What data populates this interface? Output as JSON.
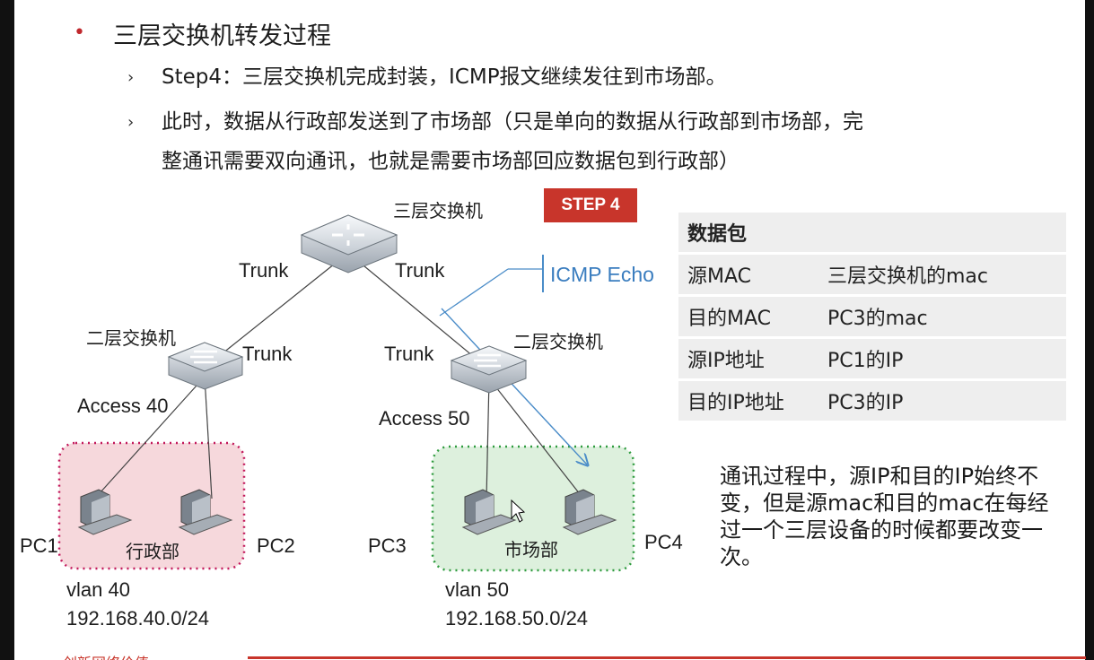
{
  "slide": {
    "title": "三层交换机转发过程",
    "bullets": [
      "Step4：三层交换机完成封装，ICMP报文继续发往到市场部。",
      "此时，数据从行政部发送到了市场部（只是单向的数据从行政部到市场部，完",
      "整通讯需要双向通讯，也就是需要市场部回应数据包到行政部）"
    ],
    "step_badge": "STEP 4",
    "footer": "创新网络价值"
  },
  "diagram": {
    "l3_switch_label": "三层交换机",
    "l2_switch_left_label": "二层交换机",
    "l2_switch_right_label": "二层交换机",
    "trunk_labels": [
      "Trunk",
      "Trunk",
      "Trunk",
      "Trunk"
    ],
    "access_left": "Access 40",
    "access_right": "Access 50",
    "icmp_label": "ICMP Echo",
    "pcs": [
      "PC1",
      "PC2",
      "PC3",
      "PC4"
    ],
    "dept_left": "行政部",
    "dept_right": "市场部",
    "vlan_left": "vlan 40",
    "subnet_left": "192.168.40.0/24",
    "vlan_right": "vlan 50",
    "subnet_right": "192.168.50.0/24",
    "colors": {
      "accent_red": "#c8352b",
      "arrow_blue": "#4a8cc8",
      "left_zone": "#f6d8dc",
      "left_zone_border": "#c2185b",
      "right_zone": "#ddf0dd",
      "right_zone_border": "#2e9b3e"
    }
  },
  "packet_table": {
    "header": "数据包",
    "rows": [
      {
        "key": "源MAC",
        "value": "三层交换机的mac"
      },
      {
        "key": "目的MAC",
        "value": "PC3的mac"
      },
      {
        "key": "源IP地址",
        "value": "PC1的IP"
      },
      {
        "key": "目的IP地址",
        "value": "PC3的IP"
      }
    ]
  },
  "note": "通讯过程中，源IP和目的IP始终不变，但是源mac和目的mac在每经过一个三层设备的时候都要改变一次。"
}
